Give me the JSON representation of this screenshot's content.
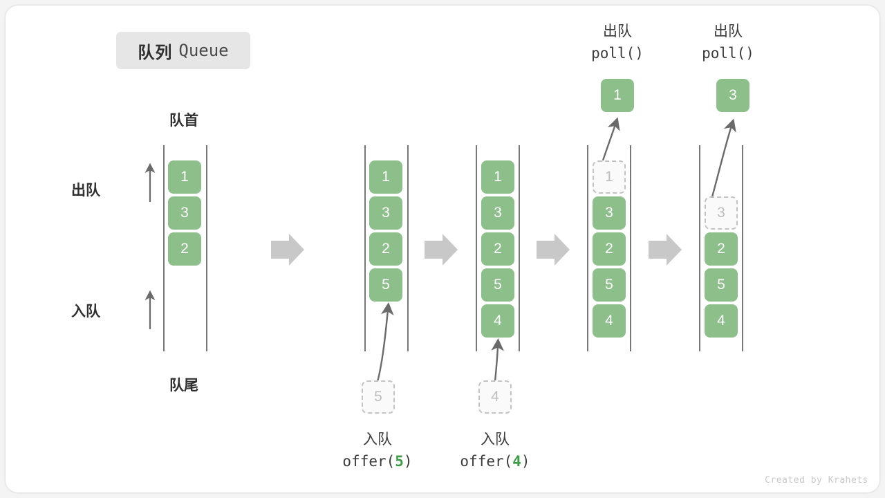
{
  "title": {
    "cn": "队列",
    "en": "Queue"
  },
  "labels": {
    "head": "队首",
    "tail": "队尾",
    "dequeue_side": "出队",
    "enqueue_side": "入队"
  },
  "colors": {
    "cell_fill": "#8cbf89",
    "cell_text": "#ffffff",
    "ghost_fill": "#fafafa",
    "ghost_border": "#c3c3c3",
    "ghost_text": "#bdbdbd",
    "rail": "#555555",
    "step_arrow": "#c8c8c8",
    "badge_bg": "#e6e6e6",
    "code_arg": "#3c9c46",
    "text": "#2f2f2f"
  },
  "columns": [
    {
      "name": "initial",
      "cells": [
        "1",
        "3",
        "2"
      ],
      "ghost_index": null
    },
    {
      "name": "after-offer-5",
      "cells": [
        "1",
        "3",
        "2",
        "5"
      ],
      "ghost_index": null
    },
    {
      "name": "after-offer-4",
      "cells": [
        "1",
        "3",
        "2",
        "5",
        "4"
      ],
      "ghost_index": null
    },
    {
      "name": "after-poll-1",
      "cells": [
        "1",
        "3",
        "2",
        "5",
        "4"
      ],
      "ghost_index": 0
    },
    {
      "name": "after-poll-3",
      "cells": [
        "3",
        "2",
        "5",
        "4"
      ],
      "ghost_index": 0
    }
  ],
  "operations": {
    "offer5": {
      "cn": "入队",
      "code_prefix": "offer(",
      "arg": "5",
      "code_suffix": ")",
      "ghost_value": "5"
    },
    "offer4": {
      "cn": "入队",
      "code_prefix": "offer(",
      "arg": "4",
      "code_suffix": ")",
      "ghost_value": "4"
    },
    "poll1": {
      "cn": "出队",
      "code": "poll()",
      "popped_value": "1"
    },
    "poll3": {
      "cn": "出队",
      "code": "poll()",
      "popped_value": "3"
    }
  },
  "credit": "Created by Krahets"
}
